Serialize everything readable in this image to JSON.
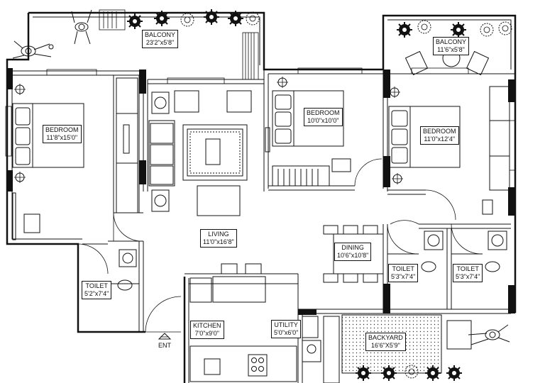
{
  "rooms": {
    "balcony_top": {
      "name": "BALCONY",
      "size": "23'2\"x5'8\""
    },
    "balcony_right": {
      "name": "BALCONY",
      "size": "11'6\"x5'8\""
    },
    "bedroom_left": {
      "name": "BEDROOM",
      "size": "11'8\"x15'0\""
    },
    "bedroom_middle": {
      "name": "BEDROOM",
      "size": "10'0\"x10'0\""
    },
    "bedroom_right": {
      "name": "BEDROOM",
      "size": "11'0\"x12'4\""
    },
    "living": {
      "name": "LIVING",
      "size": "11'0\"x16'8\""
    },
    "dining": {
      "name": "DINING",
      "size": "10'6\"x10'8\""
    },
    "toilet_left": {
      "name": "TOILET",
      "size": "5'2\"x7'4\""
    },
    "toilet_mid": {
      "name": "TOILET",
      "size": "5'3\"x7'4\""
    },
    "toilet_right": {
      "name": "TOILET",
      "size": "5'3\"x7'4\""
    },
    "kitchen": {
      "name": "KITCHEN",
      "size": "7'0\"x9'0\""
    },
    "utility": {
      "name": "UTILITY",
      "size": "5'0\"x6'0\""
    },
    "backyard": {
      "name": "BACKYARD",
      "size": "16'6\"X5'9\""
    }
  },
  "entrance_label": "ENT"
}
